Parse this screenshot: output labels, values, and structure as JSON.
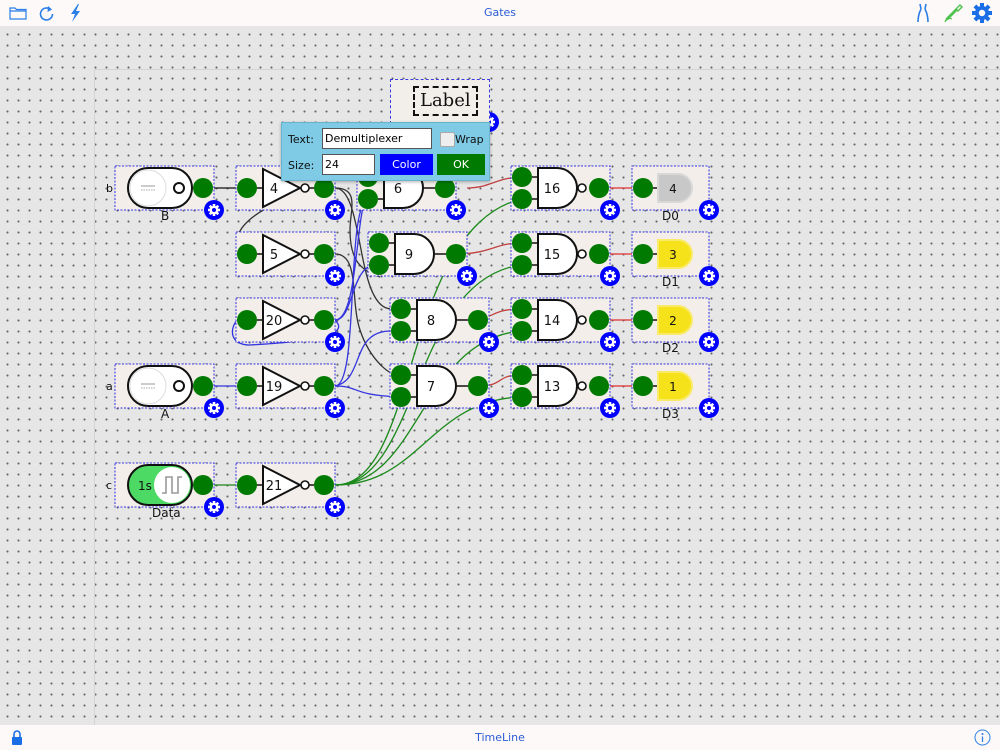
{
  "app": {
    "title": "Gates",
    "bottom_title": "TimeLine"
  },
  "toolbar": {
    "left_icons": [
      "folder-icon",
      "refresh-icon",
      "lightning-icon"
    ],
    "right_icons": [
      "pliers-icon",
      "eyedropper-icon",
      "gear-icon"
    ],
    "bottom_left_icon": "lock-icon",
    "bottom_right_icon": "info-icon"
  },
  "colors": {
    "accent": "#2a5cd6",
    "pin": "#007a00",
    "gear": "#0000ff",
    "led_on": "#f6e21a",
    "led_off": "#c8c8c8",
    "popup_bg": "#7fcbe6",
    "color_button": "#0000ff",
    "ok_button": "#007a00"
  },
  "label_component": {
    "text": "Label"
  },
  "label_editor": {
    "text_label": "Text:",
    "text_value": "Demultiplexer",
    "wrap_label": "Wrap",
    "wrap_checked": false,
    "size_label": "Size:",
    "size_value": "24",
    "color_button": "Color",
    "ok_button": "OK"
  },
  "inputs": [
    {
      "pin": "b",
      "name": "B",
      "type": "switch",
      "state": "off"
    },
    {
      "pin": "a",
      "name": "A",
      "type": "switch",
      "state": "off"
    },
    {
      "pin": "c",
      "name": "Data",
      "type": "clock",
      "period": "1s",
      "state": "on"
    }
  ],
  "not_gates": [
    {
      "id": "4"
    },
    {
      "id": "5"
    },
    {
      "id": "20"
    },
    {
      "id": "19"
    },
    {
      "id": "21"
    }
  ],
  "and_gates": [
    {
      "id": "6"
    },
    {
      "id": "9"
    },
    {
      "id": "8"
    },
    {
      "id": "7"
    }
  ],
  "nand_gates": [
    {
      "id": "16"
    },
    {
      "id": "15"
    },
    {
      "id": "14"
    },
    {
      "id": "13"
    }
  ],
  "outputs": [
    {
      "name": "D0",
      "value": "4",
      "lit": false
    },
    {
      "name": "D1",
      "value": "3",
      "lit": true
    },
    {
      "name": "D2",
      "value": "2",
      "lit": true
    },
    {
      "name": "D3",
      "value": "1",
      "lit": true
    }
  ]
}
